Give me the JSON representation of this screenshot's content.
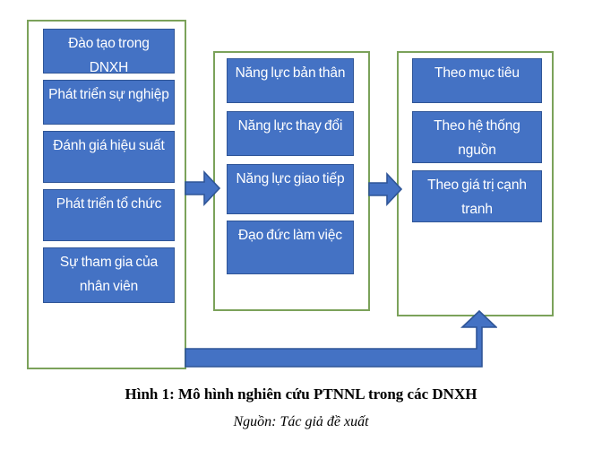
{
  "figure": {
    "caption_title": "Hình 1: Mô hình nghiên cứu PTNNL trong các DNXH",
    "caption_source": "Nguồn: Tác giả đề xuất"
  },
  "colors": {
    "box_fill": "#4472C4",
    "box_border": "#2F5597",
    "frame_border": "#7BA25A",
    "arrow_fill": "#4472C4",
    "arrow_border": "#2F5597",
    "box_text": "#FFFFFF",
    "caption_text": "#000000",
    "background": "#FFFFFF"
  },
  "columns": [
    {
      "id": "group-1",
      "name": "hoat-dong-ptnnl",
      "boxes": [
        {
          "label": "Đào tạo trong DNXH"
        },
        {
          "label": "Phát triển sự nghiệp"
        },
        {
          "label": "Đánh giá hiệu suất"
        },
        {
          "label": "Phát triển tổ chức"
        },
        {
          "label": "Sự tham gia của nhân viên"
        }
      ]
    },
    {
      "id": "group-2",
      "name": "nang-luc",
      "boxes": [
        {
          "label": "Năng lực bản thân"
        },
        {
          "label": "Năng lực thay đổi"
        },
        {
          "label": "Năng lực giao tiếp"
        },
        {
          "label": "Đạo đức làm việc"
        }
      ]
    },
    {
      "id": "group-3",
      "name": "hieu-qua",
      "boxes": [
        {
          "label": "Theo mục tiêu"
        },
        {
          "label": "Theo hệ thống nguồn"
        },
        {
          "label": "Theo giá trị cạnh tranh"
        }
      ]
    }
  ],
  "arrows": [
    {
      "name": "arrow-group1-to-group2",
      "direction": "right"
    },
    {
      "name": "arrow-group2-to-group3",
      "direction": "right"
    },
    {
      "name": "arrow-feedback-loop",
      "direction": "elbow-right-up"
    }
  ]
}
